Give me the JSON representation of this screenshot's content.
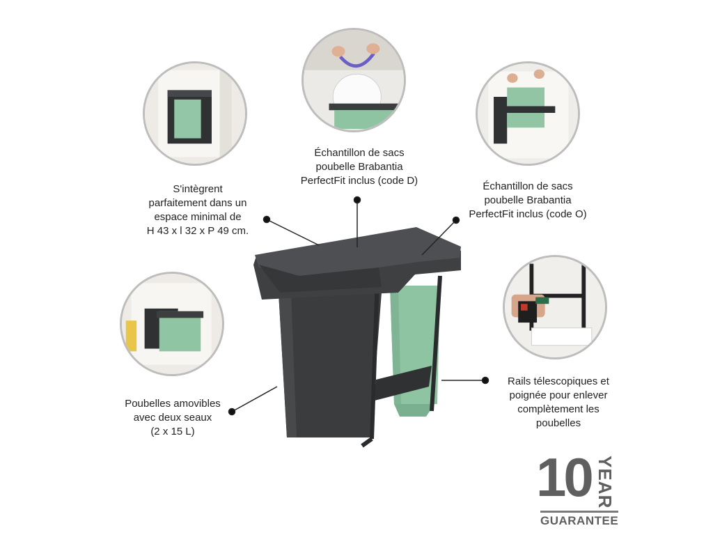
{
  "captions": {
    "fit": [
      "S'intègrent",
      "parfaitement dans un",
      "espace minimal de",
      "H 43 x l 32 x P 49 cm."
    ],
    "bags_d": [
      "Échantillon de sacs",
      "poubelle Brabantia",
      "PerfectFit inclus (code D)"
    ],
    "bags_o": [
      "Échantillon de sacs",
      "poubelle Brabantia",
      "PerfectFit inclus (code O)"
    ],
    "bins": [
      "Poubelles amovibles",
      "avec deux seaux",
      "(2 x 15 L)"
    ],
    "rails": [
      "Rails télescopiques et",
      "poignée pour enlever",
      "complètement les",
      "poubelles"
    ]
  },
  "badge": {
    "number": "10",
    "year": "YEAR",
    "guarantee": "GUARANTEE"
  },
  "colors": {
    "bin_dark": "#3a3c3e",
    "lid": "#454749",
    "mint": "#8fc4a2",
    "circle_border": "#bdbdbd",
    "leader": "#222222"
  }
}
